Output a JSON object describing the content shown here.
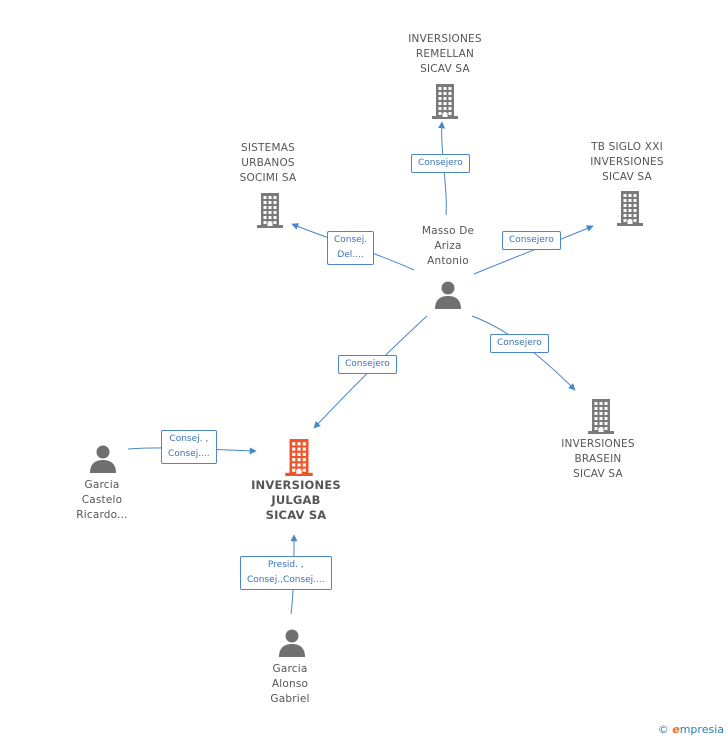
{
  "colors": {
    "line": "#4a86c8",
    "company": "#7a7a7a",
    "focus_company": "#f0542a",
    "person": "#707070"
  },
  "nodes": {
    "remellan": {
      "lines": [
        "INVERSIONES",
        "REMELLAN",
        "SICAV SA"
      ],
      "icon": "building-icon"
    },
    "sistemas": {
      "lines": [
        "SISTEMAS",
        "URBANOS",
        "SOCIMI SA"
      ],
      "icon": "building-icon"
    },
    "tbsiglo": {
      "lines": [
        "TB SIGLO XXI",
        "INVERSIONES",
        "SICAV SA"
      ],
      "icon": "building-icon"
    },
    "masso": {
      "lines": [
        "Masso De",
        "Ariza",
        "Antonio"
      ],
      "icon": "person-icon"
    },
    "brasein": {
      "lines": [
        "INVERSIONES",
        "BRASEIN",
        "SICAV SA"
      ],
      "icon": "building-icon"
    },
    "julgab": {
      "lines": [
        "INVERSIONES",
        "JULGAB",
        "SICAV SA"
      ],
      "icon": "building-icon"
    },
    "castelo": {
      "lines": [
        "Garcia",
        "Castelo",
        "Ricardo..."
      ],
      "icon": "person-icon"
    },
    "alonso": {
      "lines": [
        "Garcia",
        "Alonso",
        "Gabriel"
      ],
      "icon": "person-icon"
    }
  },
  "relations": {
    "r_remellan": {
      "lines": [
        "Consejero"
      ]
    },
    "r_sistemas": {
      "lines": [
        "Consej.",
        "Del...."
      ]
    },
    "r_tbsiglo": {
      "lines": [
        "Consejero"
      ]
    },
    "r_julgab": {
      "lines": [
        "Consejero"
      ]
    },
    "r_brasein": {
      "lines": [
        "Consejero"
      ]
    },
    "r_castelo": {
      "lines": [
        "Consej. ,",
        "Consej...."
      ]
    },
    "r_alonso": {
      "lines": [
        "Presid. ,",
        "Consej.,Consej...."
      ]
    }
  },
  "brand": {
    "copyright": "©",
    "e": "e",
    "rest": "mpresia"
  }
}
